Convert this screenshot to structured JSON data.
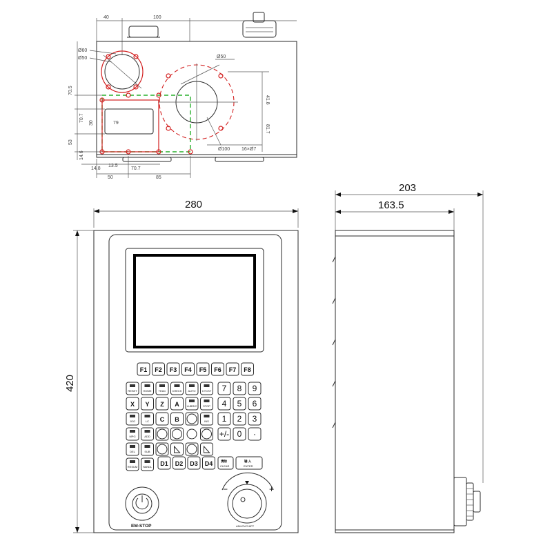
{
  "top_view": {
    "dims_top": [
      "40",
      "100"
    ],
    "dims_left": [
      "70.5",
      "70.7",
      "30",
      "53",
      "14.6"
    ],
    "inner_dim": "79",
    "dims_bottom_row1": [
      "14.8",
      "13.5",
      "70.7"
    ],
    "dims_bottom_row2": [
      "50",
      "85"
    ],
    "dims_right": [
      "41.8",
      "81.7"
    ],
    "callouts": {
      "d60": "Ø60",
      "d50_left": "Ø50",
      "d50_right": "Ø50",
      "d100": "Ø100",
      "holes": "16×Ø7"
    }
  },
  "front_view": {
    "width_dim": "280",
    "height_dim": "420",
    "fkeys": [
      "F1",
      "F2",
      "F3",
      "F4",
      "F5",
      "F6",
      "F7",
      "F8"
    ],
    "numpad": [
      "7",
      "8",
      "9",
      "4",
      "5",
      "6",
      "1",
      "2",
      "3",
      "+/-",
      "0",
      "·"
    ],
    "letter_keys": [
      "X",
      "Y",
      "Z",
      "A",
      "C",
      "B"
    ],
    "d_keys": [
      "D1",
      "D2",
      "D3",
      "D4"
    ],
    "small_labels": {
      "reset": "RESET",
      "home": "HOME",
      "teach": "TEAC",
      "check": "CHECK",
      "auto": "AUTO",
      "cycst": "CYCST",
      "lubric": "LUBRIC",
      "stop": "STOP",
      "jog": "JOG",
      "lc": "LC",
      "ins": "INS",
      "mpg": "MPG",
      "add": "ADD",
      "del": "DEL",
      "sub": "SUB",
      "resum": "RESUM",
      "handl": "HANDL",
      "clear": "CLEAR",
      "enter": "ENTER"
    },
    "emstop_label": "EM-STOP",
    "handwheel_label": "ANHOVCHIPT",
    "minus": "−",
    "plus": "+"
  },
  "side_view": {
    "depth_total": "203",
    "depth_body": "163.5"
  }
}
